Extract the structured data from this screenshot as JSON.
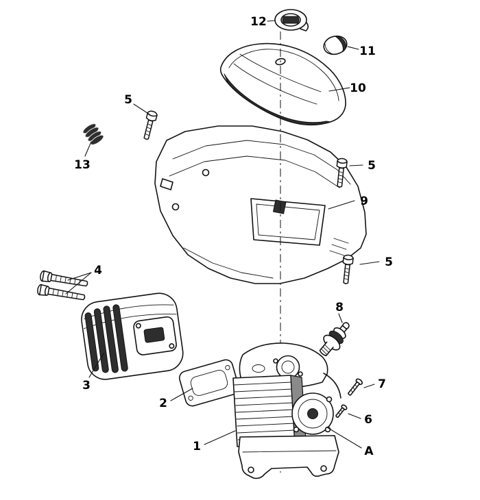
{
  "page": {
    "background": "#ffffff"
  },
  "diagram": {
    "line_color": "#111111",
    "shade_dark": "#2e2e2e",
    "callouts": {
      "part12": {
        "label": "12"
      },
      "part11": {
        "label": "11"
      },
      "part10": {
        "label": "10"
      },
      "part5_top": {
        "label": "5"
      },
      "part13": {
        "label": "13"
      },
      "part5_middle": {
        "label": "5"
      },
      "part9": {
        "label": "9"
      },
      "part5_bottom": {
        "label": "5"
      },
      "part4": {
        "label": "4"
      },
      "part8": {
        "label": "8"
      },
      "part3": {
        "label": "3"
      },
      "part7": {
        "label": "7"
      },
      "part2": {
        "label": "2"
      },
      "part6": {
        "label": "6"
      },
      "part1": {
        "label": "1"
      },
      "partA": {
        "label": "A"
      }
    }
  }
}
